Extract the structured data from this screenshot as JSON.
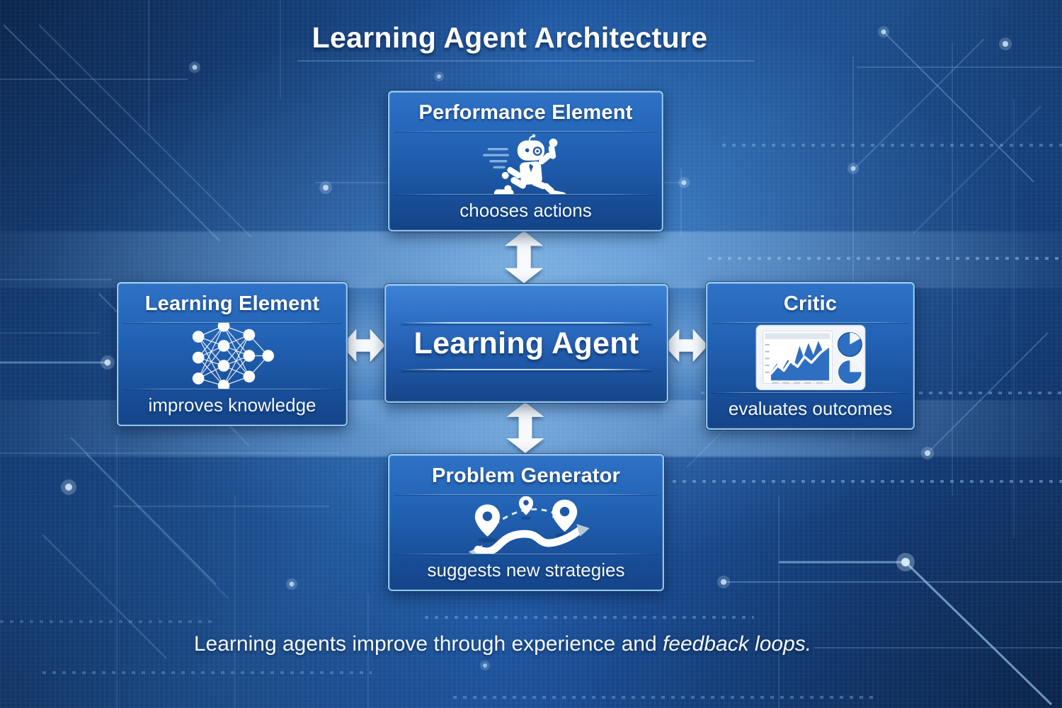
{
  "title": "Learning Agent Architecture",
  "caption": {
    "text": "Learning agents improve through experience and ",
    "emphasis": "feedback loops."
  },
  "nodes": {
    "performance_element": {
      "title": "Performance Element",
      "subtitle": "chooses actions",
      "icon": "running-robot-icon"
    },
    "learning_element": {
      "title": "Learning Element",
      "subtitle": "improves knowledge",
      "icon": "neural-network-icon"
    },
    "learning_agent": {
      "title": "Learning Agent"
    },
    "critic": {
      "title": "Critic",
      "subtitle": "evaluates outcomes",
      "icon": "analytics-dashboard-icon"
    },
    "problem_generator": {
      "title": "Problem Generator",
      "subtitle": "suggests new strategies",
      "icon": "route-pins-icon"
    }
  },
  "arrows": [
    {
      "name": "arrow-performance-agent",
      "direction": "vertical-bidirectional"
    },
    {
      "name": "arrow-learning-agent",
      "direction": "horizontal-bidirectional"
    },
    {
      "name": "arrow-agent-critic",
      "direction": "horizontal-bidirectional"
    },
    {
      "name": "arrow-agent-problem",
      "direction": "vertical-bidirectional"
    }
  ],
  "colors": {
    "background_dark": "#0e3569",
    "background_mid": "#2565b2",
    "box_fill_top": "#2e72c6",
    "box_fill_bottom": "#144488",
    "box_border": "#94caf0",
    "circuit_line": "#9fd4ff",
    "icon_blue": "#1d57a5",
    "text": "#ffffff"
  }
}
